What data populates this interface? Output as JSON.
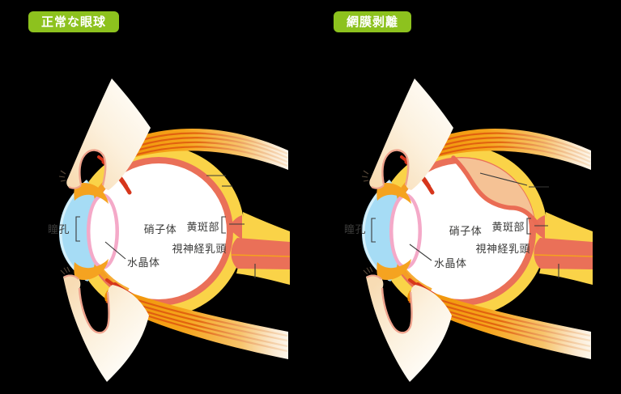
{
  "badges": {
    "normal": "正常な眼球",
    "detached": "網膜剥離"
  },
  "labels": {
    "pupil": "瞳孔",
    "lens": "水晶体",
    "vitreous": "硝子体",
    "macula": "黄斑部",
    "optic_disc": "視神経乳頭"
  },
  "colors": {
    "background": "#000000",
    "badge_green": "#8DC21E",
    "badge_text": "#FFFFFF",
    "sclera_yellow": "#FAD348",
    "retina_salmon": "#EA7058",
    "vitreous_white": "#FFFFFF",
    "cornea_blue": "#A6DCF5",
    "lens_pink": "#F4A9C8",
    "iris_orange": "#F5A320",
    "muscle_red": "#D6361C",
    "detached_space_tan": "#F5C295",
    "label_text": "#3A3A39"
  }
}
